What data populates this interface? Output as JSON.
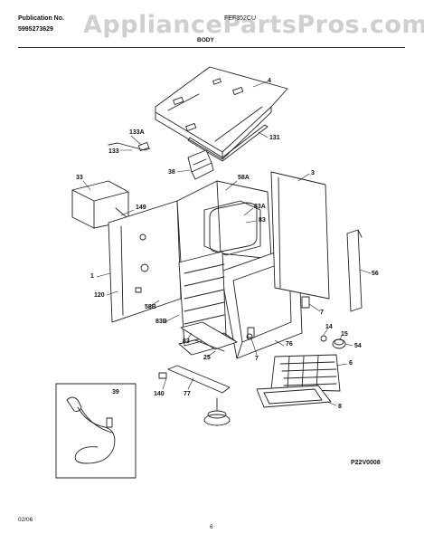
{
  "header": {
    "pub_label": "Publication No.",
    "pub_number": "5995273629",
    "model": "FEF352CU",
    "section": "BODY",
    "watermark": "AppliancePartsPros.com"
  },
  "parts": [
    {
      "id": "p4",
      "label": "4"
    },
    {
      "id": "p133A",
      "label": "133A"
    },
    {
      "id": "p133",
      "label": "133"
    },
    {
      "id": "p131",
      "label": "131"
    },
    {
      "id": "p38",
      "label": "38"
    },
    {
      "id": "p33",
      "label": "33"
    },
    {
      "id": "p149",
      "label": "149"
    },
    {
      "id": "p58A",
      "label": "58A"
    },
    {
      "id": "p3",
      "label": "3"
    },
    {
      "id": "p83A",
      "label": "83A"
    },
    {
      "id": "p83top",
      "label": "83"
    },
    {
      "id": "p1",
      "label": "1"
    },
    {
      "id": "p120",
      "label": "120"
    },
    {
      "id": "p58B",
      "label": "58B"
    },
    {
      "id": "p83B",
      "label": "83B"
    },
    {
      "id": "p56",
      "label": "56"
    },
    {
      "id": "p7a",
      "label": "7"
    },
    {
      "id": "p14",
      "label": "14"
    },
    {
      "id": "p15",
      "label": "15"
    },
    {
      "id": "p54",
      "label": "54"
    },
    {
      "id": "p83bot",
      "label": "83"
    },
    {
      "id": "p76",
      "label": "76"
    },
    {
      "id": "p25",
      "label": "25"
    },
    {
      "id": "p7b",
      "label": "7"
    },
    {
      "id": "p6",
      "label": "6"
    },
    {
      "id": "p8",
      "label": "8"
    },
    {
      "id": "p140",
      "label": "140"
    },
    {
      "id": "p77",
      "label": "77"
    },
    {
      "id": "p39",
      "label": "39"
    }
  ],
  "figure_code": "P22V0008",
  "footer": {
    "date": "02/06",
    "page": "6"
  }
}
